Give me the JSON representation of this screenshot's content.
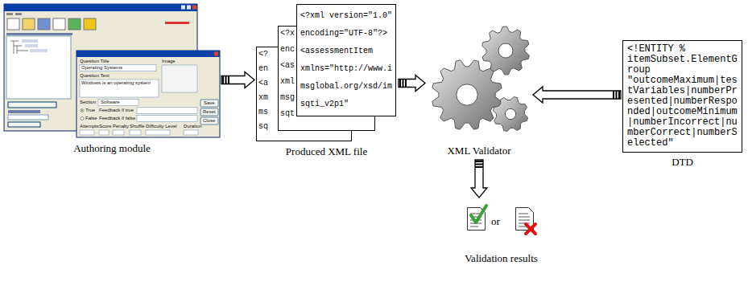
{
  "diagram": {
    "nodes": [
      {
        "text": [
          "Authoring module"
        ]
      },
      {
        "text": [
          "<?xml version=\"1.0\" encoding=\"UTF-8\"?> <assessmentItem xmlns=\"http://www.imsglobal.org/xsd/imsqti_v2p1\"",
          "Produced XML file"
        ]
      },
      {
        "text": [
          "XML Validator"
        ]
      },
      {
        "text": [
          "<!ENTITY % itemSubset.ElementGroup \"outcomeMaximum|testVariables|numberPresented|numberResponded|outcomeMinimum|numberIncorrect|numberCorrect|numberSelected\"",
          "DTD"
        ]
      },
      {
        "text": [
          "or",
          "Validation results"
        ]
      }
    ],
    "edges": [
      {
        "from": 0,
        "to": 1,
        "arrow": "to"
      },
      {
        "from": 1,
        "to": 2,
        "arrow": "to"
      },
      {
        "from": 3,
        "to": 2,
        "arrow": "to"
      },
      {
        "from": 2,
        "to": 4,
        "arrow": "to"
      }
    ],
    "labels": [
      "Question Title",
      "Operating Systems",
      "Image",
      "Question Text",
      "Windows is an operating system",
      "Section",
      "Software",
      "True",
      "Feedback if true",
      "False",
      "Feedback if false",
      "Attempts",
      "Score",
      "Penalty",
      "Shuffle",
      "Difficulty Level",
      "Duration",
      "Save",
      "Reset",
      "Close",
      "<?",
      "en",
      "<a",
      "xm",
      "ms",
      "sq",
      "<?x",
      "enc",
      "<as",
      "xml",
      "msg",
      "sqt"
    ]
  }
}
